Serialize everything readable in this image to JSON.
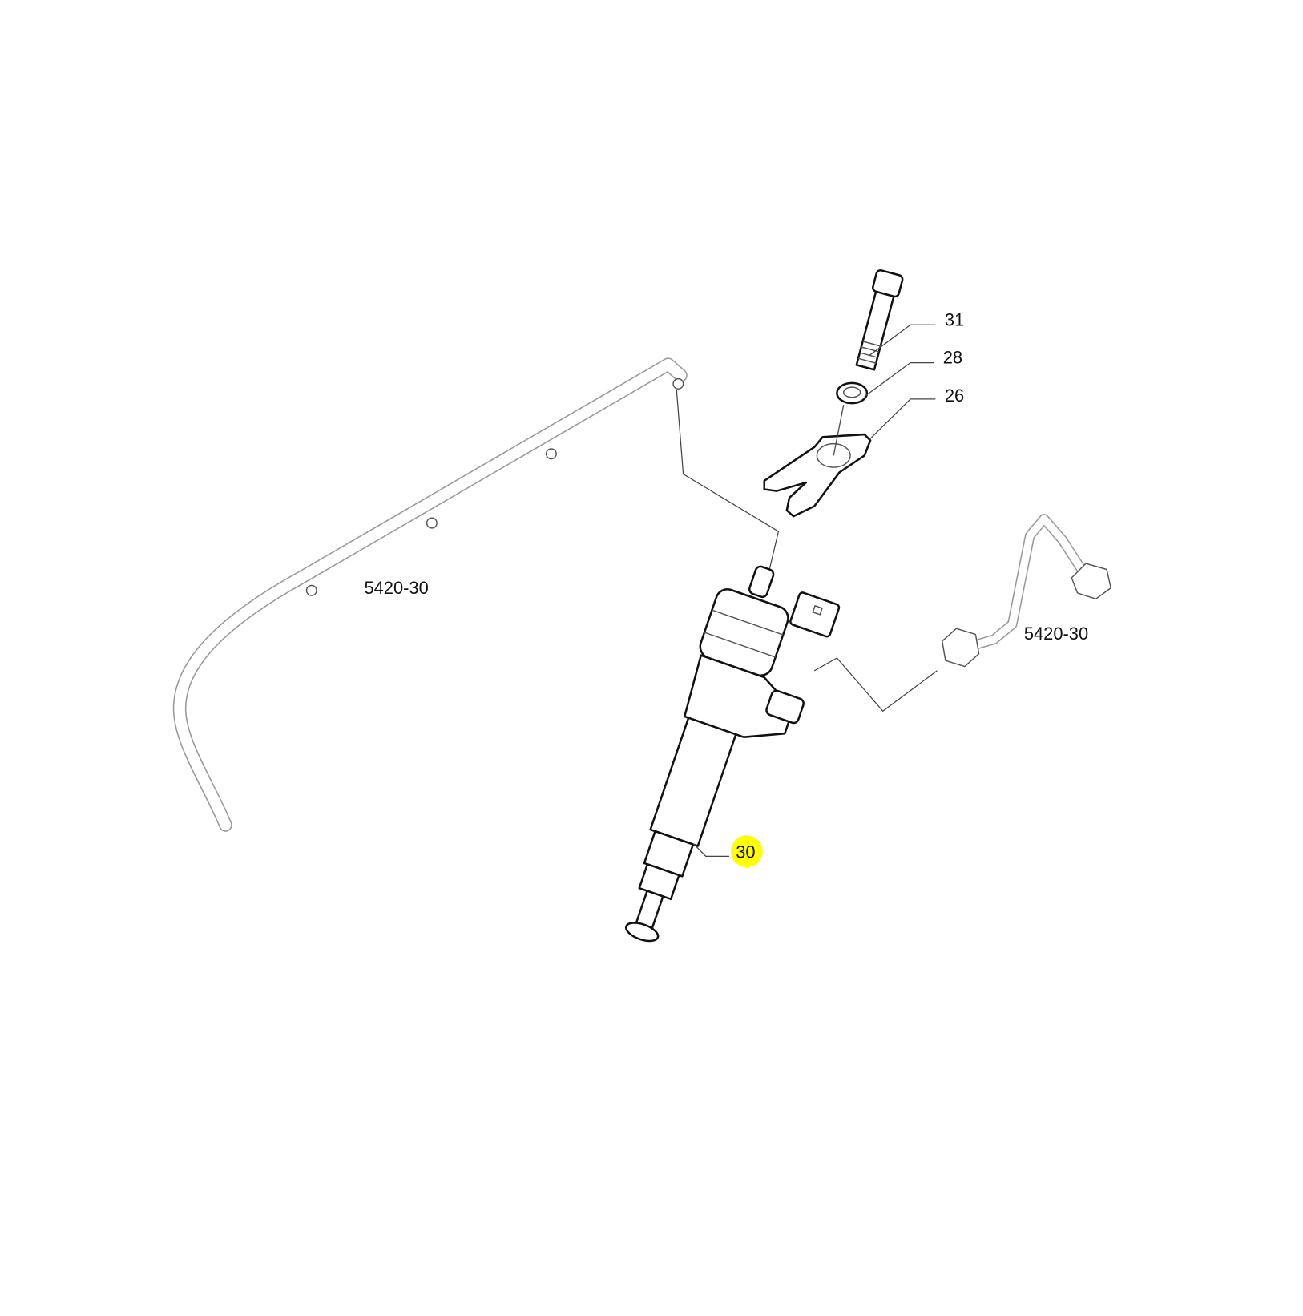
{
  "diagram": {
    "callouts": [
      {
        "id": "31",
        "label": "31"
      },
      {
        "id": "28",
        "label": "28"
      },
      {
        "id": "26",
        "label": "26"
      },
      {
        "id": "30",
        "label": "30",
        "highlighted": true
      },
      {
        "id": "ref-left",
        "label": "5420-30"
      },
      {
        "id": "ref-right",
        "label": "5420-30"
      }
    ],
    "highlight_color": "#ffff00"
  }
}
